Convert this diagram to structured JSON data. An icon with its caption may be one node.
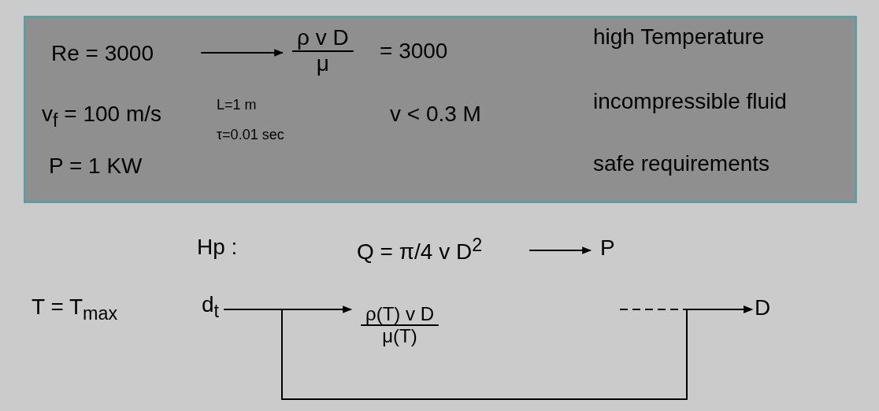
{
  "diagram": {
    "nodes": [
      {
        "text": [],
        "shape": "box"
      },
      {
        "text": [
          "Re = 3000"
        ],
        "in": 0
      },
      {
        "text": [
          "ρ v D",
          "μ"
        ],
        "beside": [
          "= 3000"
        ],
        "in": 0
      },
      {
        "text": [
          "Q = π/4 v D$^{2}$"
        ]
      },
      {
        "text": [
          "P"
        ]
      },
      {
        "text": [
          "d$_{t}$"
        ]
      },
      {
        "text": [
          "ρ(T) v D",
          "μ(T)"
        ]
      },
      {
        "text": [
          "D"
        ]
      }
    ],
    "edges": [
      {
        "from": 1,
        "to": 2,
        "arrow": "to"
      },
      {
        "from": 3,
        "to": 4,
        "arrow": "to"
      },
      {
        "from": 5,
        "to": 6,
        "arrow": "to"
      },
      {
        "from": 5,
        "to": 7,
        "arrow": "to"
      },
      {
        "from": null,
        "to": 7,
        "arrow": "to",
        "style": "dashed"
      }
    ],
    "labels": [
      "high Temperature",
      "v$_{f}$ = 100 m/s",
      "L=1 m",
      "τ=0.01 sec",
      "v < 0.3 M",
      "incompressible fluid",
      "P = 1 KW",
      "safe requirements",
      "Hp :",
      "T = T$_{max}$"
    ]
  }
}
